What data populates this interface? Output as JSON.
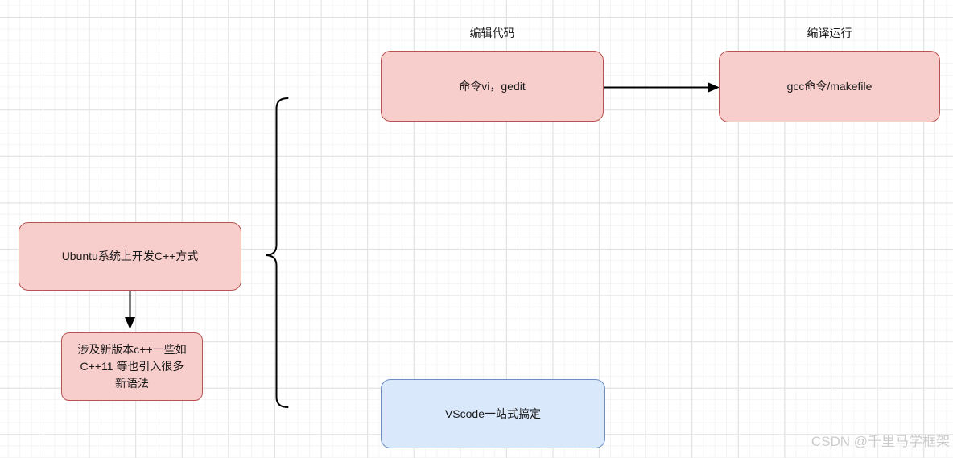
{
  "labels": {
    "edit_code": "编辑代码",
    "compile_run": "编译运行"
  },
  "nodes": {
    "vi_gedit": "命令vi，gedit",
    "gcc_makefile": "gcc命令/makefile",
    "ubuntu_dev": "Ubuntu系统上开发C++方式",
    "cpp11_note_lines": [
      "涉及新版本c++一些如",
      "C++11 等也引入很多",
      "新语法"
    ],
    "vscode": "VScode一站式搞定"
  },
  "watermark": "CSDN @千里马学框架",
  "colors": {
    "pink_fill": "#f8cecc",
    "pink_border": "#b85450",
    "blue_fill": "#dae8fc",
    "blue_border": "#6c8ebf",
    "connector": "#000000",
    "grid_minor": "#f4f4f4",
    "grid_major": "#e1e1e1",
    "watermark_text": "#cbcbcb"
  }
}
